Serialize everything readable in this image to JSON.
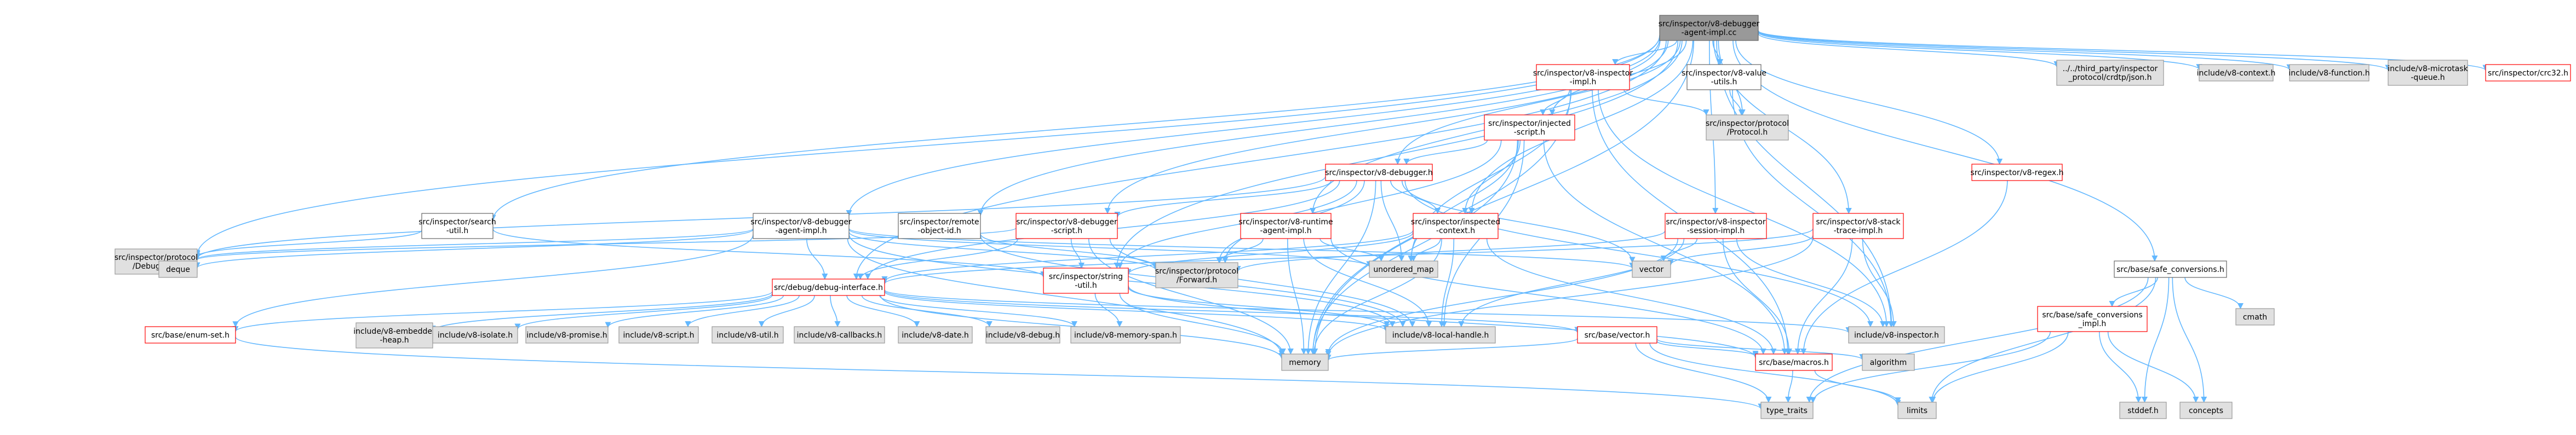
{
  "colors": {
    "edge": "#63b8ff",
    "root_fill": "#999999",
    "red_border": "#ff0000",
    "black_border": "#666666",
    "gray_fill": "#e0e0e0"
  },
  "diagram": {
    "nodes": [
      {
        "id": "root",
        "label": [
          "src/inspector/v8-debugger",
          "-agent-impl.cc"
        ],
        "style": "root"
      },
      {
        "id": "inspector_impl",
        "label": [
          "src/inspector/v8-inspector",
          "-impl.h"
        ],
        "style": "red"
      },
      {
        "id": "value_utils",
        "label": [
          "src/inspector/v8-value",
          "-utils.h"
        ],
        "style": "black"
      },
      {
        "id": "crdtp_json",
        "label": [
          "../../third_party/inspector",
          "_protocol/crdtp/json.h"
        ],
        "style": "gray"
      },
      {
        "id": "v8_context",
        "label": [
          "include/v8-context.h"
        ],
        "style": "gray"
      },
      {
        "id": "v8_function",
        "label": [
          "include/v8-function.h"
        ],
        "style": "gray"
      },
      {
        "id": "v8_microtask",
        "label": [
          "include/v8-microtask",
          "-queue.h"
        ],
        "style": "gray"
      },
      {
        "id": "crc32",
        "label": [
          "src/inspector/crc32.h"
        ],
        "style": "red"
      },
      {
        "id": "injected_script",
        "label": [
          "src/inspector/injected",
          "-script.h"
        ],
        "style": "red"
      },
      {
        "id": "protocol_protocol",
        "label": [
          "src/inspector/protocol",
          "/Protocol.h"
        ],
        "style": "gray"
      },
      {
        "id": "v8_debugger",
        "label": [
          "src/inspector/v8-debugger.h"
        ],
        "style": "red"
      },
      {
        "id": "v8_regex",
        "label": [
          "src/inspector/v8-regex.h"
        ],
        "style": "red"
      },
      {
        "id": "search_util",
        "label": [
          "src/inspector/search",
          "-util.h"
        ],
        "style": "black"
      },
      {
        "id": "agent_impl_h",
        "label": [
          "src/inspector/v8-debugger",
          "-agent-impl.h"
        ],
        "style": "black"
      },
      {
        "id": "remote_object_id",
        "label": [
          "src/inspector/remote",
          "-object-id.h"
        ],
        "style": "black"
      },
      {
        "id": "debugger_script",
        "label": [
          "src/inspector/v8-debugger",
          "-script.h"
        ],
        "style": "red"
      },
      {
        "id": "runtime_agent",
        "label": [
          "src/inspector/v8-runtime",
          "-agent-impl.h"
        ],
        "style": "red"
      },
      {
        "id": "inspected_context",
        "label": [
          "src/inspector/inspected",
          "-context.h"
        ],
        "style": "red"
      },
      {
        "id": "session_impl",
        "label": [
          "src/inspector/v8-inspector",
          "-session-impl.h"
        ],
        "style": "red"
      },
      {
        "id": "stack_trace",
        "label": [
          "src/inspector/v8-stack",
          "-trace-impl.h"
        ],
        "style": "red"
      },
      {
        "id": "protocol_debugger",
        "label": [
          "src/inspector/protocol",
          "/Debugger.h"
        ],
        "style": "gray"
      },
      {
        "id": "deque",
        "label": [
          "deque"
        ],
        "style": "gray"
      },
      {
        "id": "string_util",
        "label": [
          "src/inspector/string",
          "-util.h"
        ],
        "style": "red"
      },
      {
        "id": "protocol_forward",
        "label": [
          "src/inspector/protocol",
          "/Forward.h"
        ],
        "style": "gray"
      },
      {
        "id": "unordered_map",
        "label": [
          "unordered_map"
        ],
        "style": "gray"
      },
      {
        "id": "vector",
        "label": [
          "vector"
        ],
        "style": "gray"
      },
      {
        "id": "debug_interface",
        "label": [
          "src/debug/debug-interface.h"
        ],
        "style": "red"
      },
      {
        "id": "enum_set",
        "label": [
          "src/base/enum-set.h"
        ],
        "style": "red"
      },
      {
        "id": "embedder_heap",
        "label": [
          "include/v8-embedder",
          "-heap.h"
        ],
        "style": "gray"
      },
      {
        "id": "v8_isolate",
        "label": [
          "include/v8-isolate.h"
        ],
        "style": "gray"
      },
      {
        "id": "v8_promise",
        "label": [
          "include/v8-promise.h"
        ],
        "style": "gray"
      },
      {
        "id": "v8_script",
        "label": [
          "include/v8-script.h"
        ],
        "style": "gray"
      },
      {
        "id": "v8_util",
        "label": [
          "include/v8-util.h"
        ],
        "style": "gray"
      },
      {
        "id": "v8_callbacks",
        "label": [
          "include/v8-callbacks.h"
        ],
        "style": "gray"
      },
      {
        "id": "v8_date",
        "label": [
          "include/v8-date.h"
        ],
        "style": "gray"
      },
      {
        "id": "v8_debug",
        "label": [
          "include/v8-debug.h"
        ],
        "style": "gray"
      },
      {
        "id": "memory_span",
        "label": [
          "include/v8-memory-span.h"
        ],
        "style": "gray"
      },
      {
        "id": "local_handle",
        "label": [
          "include/v8-local-handle.h"
        ],
        "style": "gray"
      },
      {
        "id": "vector_h",
        "label": [
          "src/base/vector.h"
        ],
        "style": "red"
      },
      {
        "id": "v8_inspector",
        "label": [
          "include/v8-inspector.h"
        ],
        "style": "gray"
      },
      {
        "id": "safe_conv",
        "label": [
          "src/base/safe_conversions.h"
        ],
        "style": "black"
      },
      {
        "id": "cmath",
        "label": [
          "cmath"
        ],
        "style": "gray"
      },
      {
        "id": "safe_conv_impl",
        "label": [
          "src/base/safe_conversions",
          "_impl.h"
        ],
        "style": "red"
      },
      {
        "id": "macros",
        "label": [
          "src/base/macros.h"
        ],
        "style": "red"
      },
      {
        "id": "algorithm",
        "label": [
          "algorithm"
        ],
        "style": "gray"
      },
      {
        "id": "memory",
        "label": [
          "memory"
        ],
        "style": "gray"
      },
      {
        "id": "type_traits",
        "label": [
          "type_traits"
        ],
        "style": "gray"
      },
      {
        "id": "limits",
        "label": [
          "limits"
        ],
        "style": "gray"
      },
      {
        "id": "stddef",
        "label": [
          "stddef.h"
        ],
        "style": "gray"
      },
      {
        "id": "concepts",
        "label": [
          "concepts"
        ],
        "style": "gray"
      }
    ],
    "edges": [
      [
        "root",
        "inspector_impl"
      ],
      [
        "root",
        "value_utils"
      ],
      [
        "root",
        "crdtp_json"
      ],
      [
        "root",
        "v8_context"
      ],
      [
        "root",
        "v8_function"
      ],
      [
        "root",
        "v8_microtask"
      ],
      [
        "root",
        "crc32"
      ],
      [
        "root",
        "injected_script"
      ],
      [
        "root",
        "v8_debugger"
      ],
      [
        "root",
        "v8_regex"
      ],
      [
        "root",
        "search_util"
      ],
      [
        "root",
        "agent_impl_h"
      ],
      [
        "root",
        "remote_object_id"
      ],
      [
        "root",
        "debugger_script"
      ],
      [
        "root",
        "runtime_agent"
      ],
      [
        "root",
        "inspected_context"
      ],
      [
        "root",
        "session_impl"
      ],
      [
        "root",
        "stack_trace"
      ],
      [
        "root",
        "protocol_debugger"
      ],
      [
        "root",
        "debug_interface"
      ],
      [
        "root",
        "string_util"
      ],
      [
        "root",
        "safe_conv"
      ],
      [
        "root",
        "memory"
      ],
      [
        "root",
        "v8_inspector"
      ],
      [
        "root",
        "protocol_protocol"
      ],
      [
        "inspector_impl",
        "injected_script"
      ],
      [
        "inspector_impl",
        "protocol_protocol"
      ],
      [
        "inspector_impl",
        "memory"
      ],
      [
        "inspector_impl",
        "v8_inspector"
      ],
      [
        "inspector_impl",
        "unordered_map"
      ],
      [
        "inspector_impl",
        "macros"
      ],
      [
        "value_utils",
        "protocol_protocol"
      ],
      [
        "value_utils",
        "v8_inspector"
      ],
      [
        "injected_script",
        "v8_debugger"
      ],
      [
        "injected_script",
        "inspected_context"
      ],
      [
        "injected_script",
        "protocol_forward"
      ],
      [
        "injected_script",
        "unordered_map"
      ],
      [
        "injected_script",
        "local_handle"
      ],
      [
        "injected_script",
        "memory"
      ],
      [
        "injected_script",
        "macros"
      ],
      [
        "v8_debugger",
        "debugger_script"
      ],
      [
        "v8_debugger",
        "inspected_context"
      ],
      [
        "v8_debugger",
        "protocol_forward"
      ],
      [
        "v8_debugger",
        "unordered_map"
      ],
      [
        "v8_debugger",
        "vector"
      ],
      [
        "v8_debugger",
        "debug_interface"
      ],
      [
        "v8_debugger",
        "string_util"
      ],
      [
        "v8_debugger",
        "v8_inspector"
      ],
      [
        "v8_debugger",
        "memory"
      ],
      [
        "v8_debugger",
        "protocol_debugger"
      ],
      [
        "v8_regex",
        "macros"
      ],
      [
        "search_util",
        "protocol_debugger"
      ],
      [
        "search_util",
        "string_util"
      ],
      [
        "agent_impl_h",
        "deque"
      ],
      [
        "agent_impl_h",
        "protocol_debugger"
      ],
      [
        "agent_impl_h",
        "protocol_forward"
      ],
      [
        "agent_impl_h",
        "unordered_map"
      ],
      [
        "agent_impl_h",
        "vector"
      ],
      [
        "agent_impl_h",
        "debug_interface"
      ],
      [
        "agent_impl_h",
        "enum_set"
      ],
      [
        "agent_impl_h",
        "memory"
      ],
      [
        "agent_impl_h",
        "local_handle"
      ],
      [
        "remote_object_id",
        "protocol_forward"
      ],
      [
        "remote_object_id",
        "local_handle"
      ],
      [
        "debugger_script",
        "string_util"
      ],
      [
        "debugger_script",
        "debug_interface"
      ],
      [
        "debugger_script",
        "memory"
      ],
      [
        "debugger_script",
        "protocol_debugger"
      ],
      [
        "debugger_script",
        "local_handle"
      ],
      [
        "runtime_agent",
        "protocol_forward"
      ],
      [
        "runtime_agent",
        "unordered_map"
      ],
      [
        "runtime_agent",
        "memory"
      ],
      [
        "runtime_agent",
        "macros"
      ],
      [
        "runtime_agent",
        "local_handle"
      ],
      [
        "inspected_context",
        "unordered_map"
      ],
      [
        "inspected_context",
        "memory"
      ],
      [
        "inspected_context",
        "string_util"
      ],
      [
        "inspected_context",
        "local_handle"
      ],
      [
        "inspected_context",
        "debug_interface"
      ],
      [
        "inspected_context",
        "macros"
      ],
      [
        "session_impl",
        "protocol_forward"
      ],
      [
        "session_impl",
        "vector"
      ],
      [
        "session_impl",
        "macros"
      ],
      [
        "session_impl",
        "v8_inspector"
      ],
      [
        "session_impl",
        "memory"
      ],
      [
        "session_impl",
        "local_handle"
      ],
      [
        "stack_trace",
        "vector"
      ],
      [
        "stack_trace",
        "v8_inspector"
      ],
      [
        "stack_trace",
        "macros"
      ],
      [
        "stack_trace",
        "memory"
      ],
      [
        "stack_trace",
        "debug_interface"
      ],
      [
        "string_util",
        "memory"
      ],
      [
        "string_util",
        "macros"
      ],
      [
        "string_util",
        "local_handle"
      ],
      [
        "string_util",
        "memory_span"
      ],
      [
        "debug_interface",
        "enum_set"
      ],
      [
        "debug_interface",
        "embedder_heap"
      ],
      [
        "debug_interface",
        "v8_isolate"
      ],
      [
        "debug_interface",
        "v8_promise"
      ],
      [
        "debug_interface",
        "v8_script"
      ],
      [
        "debug_interface",
        "v8_util"
      ],
      [
        "debug_interface",
        "v8_callbacks"
      ],
      [
        "debug_interface",
        "v8_date"
      ],
      [
        "debug_interface",
        "v8_debug"
      ],
      [
        "debug_interface",
        "memory_span"
      ],
      [
        "debug_interface",
        "local_handle"
      ],
      [
        "debug_interface",
        "vector_h"
      ],
      [
        "debug_interface",
        "v8_inspector"
      ],
      [
        "debug_interface",
        "memory"
      ],
      [
        "enum_set",
        "type_traits"
      ],
      [
        "vector_h",
        "algorithm"
      ],
      [
        "vector_h",
        "limits"
      ],
      [
        "vector_h",
        "memory"
      ],
      [
        "vector_h",
        "type_traits"
      ],
      [
        "vector_h",
        "macros"
      ],
      [
        "safe_conv",
        "cmath"
      ],
      [
        "safe_conv",
        "safe_conv_impl"
      ],
      [
        "safe_conv",
        "concepts"
      ],
      [
        "safe_conv",
        "limits"
      ],
      [
        "safe_conv",
        "type_traits"
      ],
      [
        "safe_conv",
        "stddef"
      ],
      [
        "safe_conv_impl",
        "concepts"
      ],
      [
        "safe_conv_impl",
        "limits"
      ],
      [
        "safe_conv_impl",
        "stddef"
      ],
      [
        "safe_conv_impl",
        "type_traits"
      ],
      [
        "macros",
        "limits"
      ],
      [
        "macros",
        "type_traits"
      ]
    ]
  }
}
